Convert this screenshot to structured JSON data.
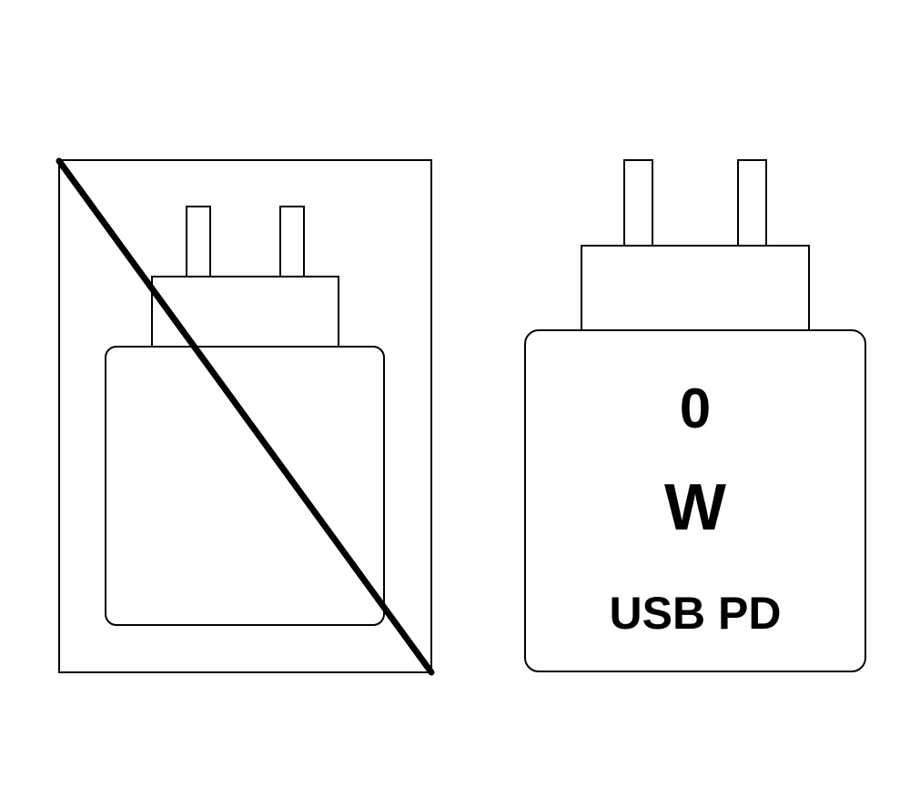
{
  "colors": {
    "stroke": "#000000",
    "background": "#ffffff"
  },
  "icons": {
    "excluded_charger": "charger-crossed-out-icon",
    "included_charger": "charger-icon"
  },
  "charger_label": {
    "power_value": "0",
    "power_unit": "W",
    "protocol": "USB PD"
  }
}
